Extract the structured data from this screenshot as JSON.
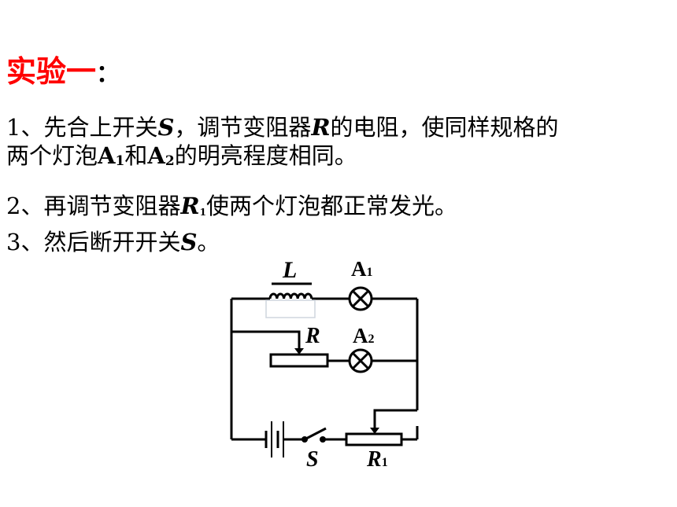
{
  "title": {
    "main": "实验一",
    "colon": "："
  },
  "steps": [
    {
      "num": "1、",
      "t1": "先合上开关",
      "s": "S",
      "t2": "，调节变阻器",
      "r": "R",
      "t3": "的电阻，使同样规格的",
      "l2a": "两个灯泡",
      "a1": "A",
      "a1sub": "1",
      "l2b": "和",
      "a2": "A",
      "a2sub": "2",
      "l2c": "的明亮程度相同。"
    },
    {
      "num": "2、",
      "t1": "再调节变阻器",
      "r": "R",
      "rsub": "1",
      "t2": "使两个灯泡都正常发光。"
    },
    {
      "num": "3、",
      "t1": "然后断开开关",
      "s": "S",
      "t2": "。"
    }
  ],
  "circuit": {
    "inductor": "L",
    "lamp1": "A",
    "lamp1_sub": "1",
    "rheostat": "R",
    "lamp2": "A",
    "lamp2_sub": "2",
    "switch": "S",
    "rheostat1": "R",
    "rheostat1_sub": "1"
  }
}
